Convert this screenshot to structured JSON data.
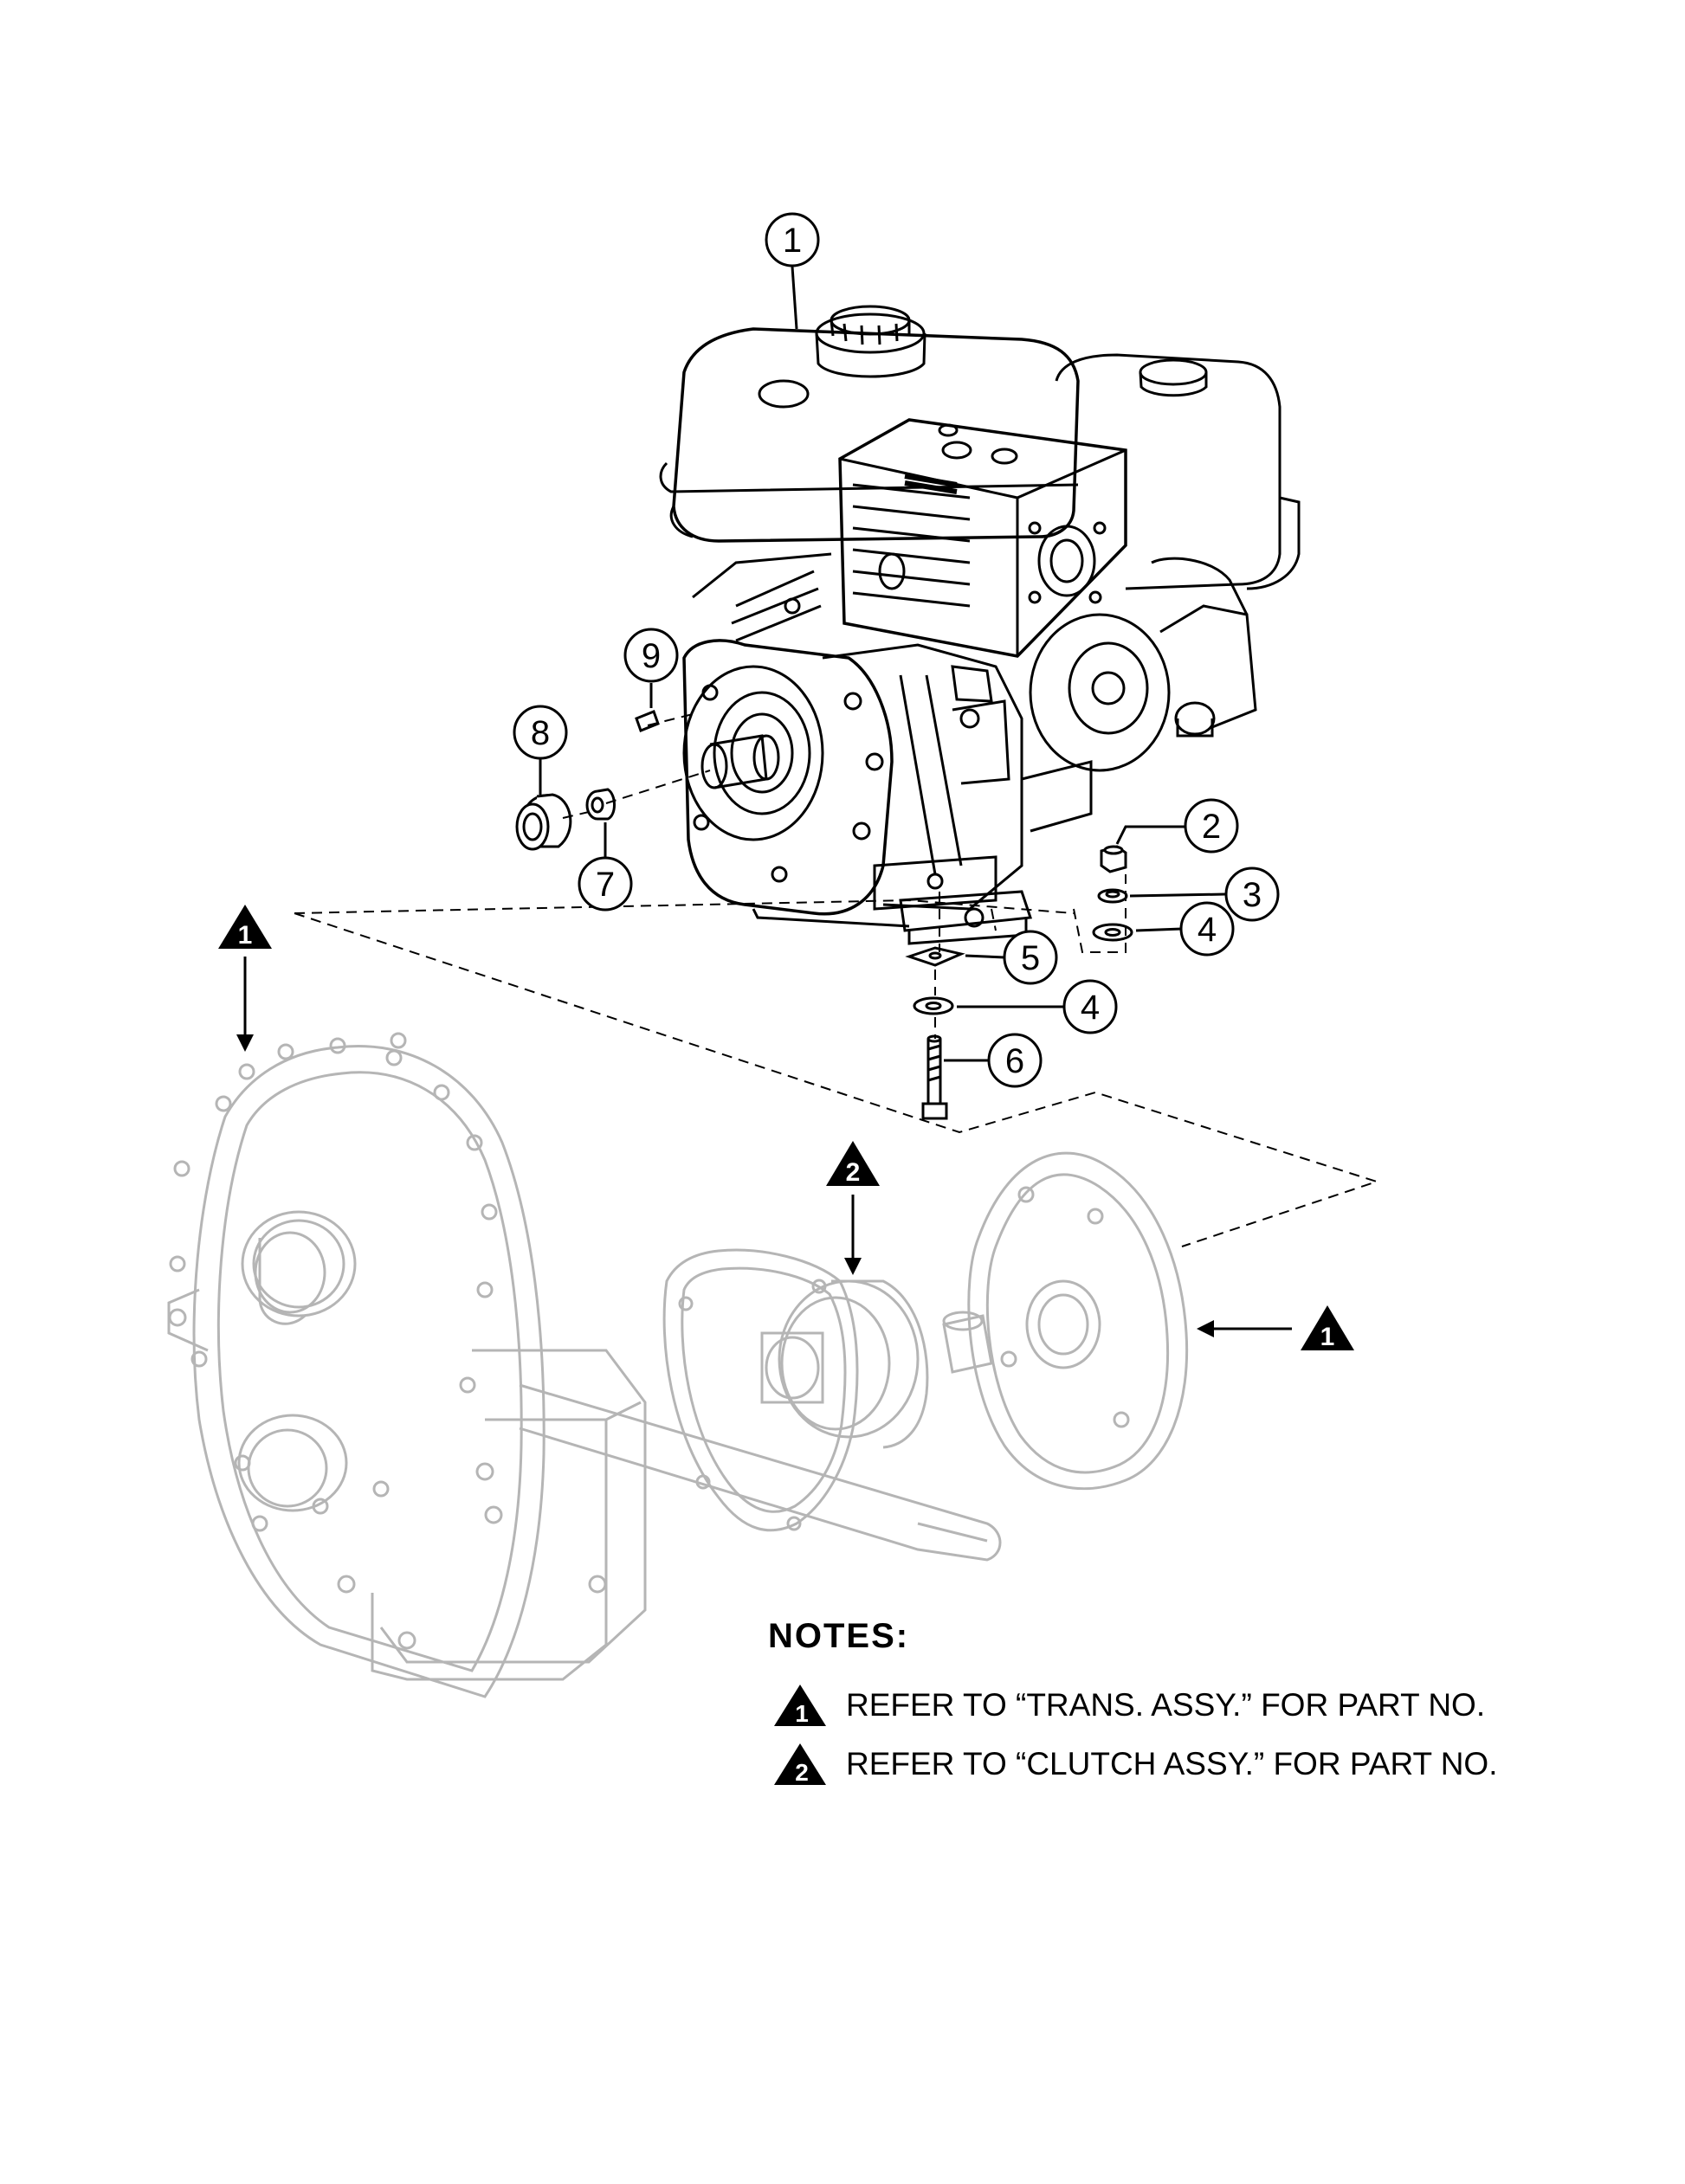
{
  "callouts": [
    {
      "num": "1"
    },
    {
      "num": "2"
    },
    {
      "num": "3"
    },
    {
      "num": "4"
    },
    {
      "num": "4"
    },
    {
      "num": "5"
    },
    {
      "num": "6"
    },
    {
      "num": "7"
    },
    {
      "num": "8"
    },
    {
      "num": "9"
    }
  ],
  "reference_markers": [
    {
      "num": "1"
    },
    {
      "num": "1"
    },
    {
      "num": "2"
    }
  ],
  "notes": {
    "title": "NOTES:",
    "items": [
      {
        "marker": "1",
        "text": "REFER TO “TRANS. ASSY.” FOR PART NO."
      },
      {
        "marker": "2",
        "text": "REFER TO “CLUTCH ASSY.” FOR PART NO."
      }
    ]
  },
  "colors": {
    "line": "#000000",
    "ghost": "#b5b5b5",
    "marker_fill": "#000000"
  }
}
